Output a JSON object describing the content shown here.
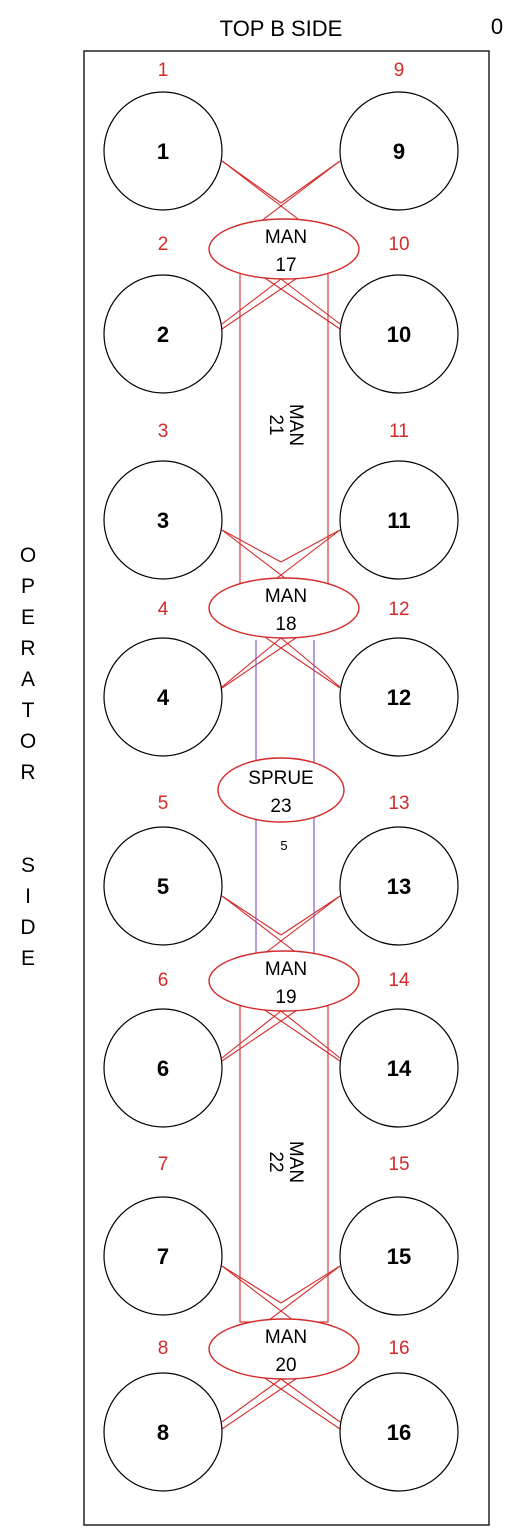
{
  "header": {
    "title": "TOP B SIDE",
    "corner_value": "0"
  },
  "side_label": {
    "top_word": [
      "O",
      "P",
      "E",
      "R",
      "A",
      "T",
      "O",
      "R"
    ],
    "bottom_word": [
      "S",
      "I",
      "D",
      "E"
    ]
  },
  "cavities": [
    {
      "id": "1",
      "label": "1",
      "col": "left",
      "row": 0
    },
    {
      "id": "2",
      "label": "2",
      "col": "left",
      "row": 1
    },
    {
      "id": "3",
      "label": "3",
      "col": "left",
      "row": 2
    },
    {
      "id": "4",
      "label": "4",
      "col": "left",
      "row": 3
    },
    {
      "id": "5",
      "label": "5",
      "col": "left",
      "row": 4
    },
    {
      "id": "6",
      "label": "6",
      "col": "left",
      "row": 5
    },
    {
      "id": "7",
      "label": "7",
      "col": "left",
      "row": 6
    },
    {
      "id": "8",
      "label": "8",
      "col": "left",
      "row": 7
    },
    {
      "id": "9",
      "label": "9",
      "col": "right",
      "row": 0
    },
    {
      "id": "10",
      "label": "10",
      "col": "right",
      "row": 1
    },
    {
      "id": "11",
      "label": "11",
      "col": "right",
      "row": 2
    },
    {
      "id": "12",
      "label": "12",
      "col": "right",
      "row": 3
    },
    {
      "id": "13",
      "label": "13",
      "col": "right",
      "row": 4
    },
    {
      "id": "14",
      "label": "14",
      "col": "right",
      "row": 5
    },
    {
      "id": "15",
      "label": "15",
      "col": "right",
      "row": 6
    },
    {
      "id": "16",
      "label": "16",
      "col": "right",
      "row": 7
    }
  ],
  "manifolds": [
    {
      "id": "17",
      "kind": "MAN",
      "number": "17"
    },
    {
      "id": "18",
      "kind": "MAN",
      "number": "18"
    },
    {
      "id": "19",
      "kind": "MAN",
      "number": "19"
    },
    {
      "id": "20",
      "kind": "MAN",
      "number": "20"
    }
  ],
  "sprue": {
    "id": "23",
    "kind": "SPRUE",
    "number": "23",
    "sub_label": "5"
  },
  "runners": [
    {
      "id": "21",
      "kind": "MAN",
      "number": "21"
    },
    {
      "id": "22",
      "kind": "MAN",
      "number": "22"
    }
  ],
  "colors": {
    "line": "#d42a2a",
    "sprue_line": "#7a4fc0",
    "outline": "#000000"
  }
}
